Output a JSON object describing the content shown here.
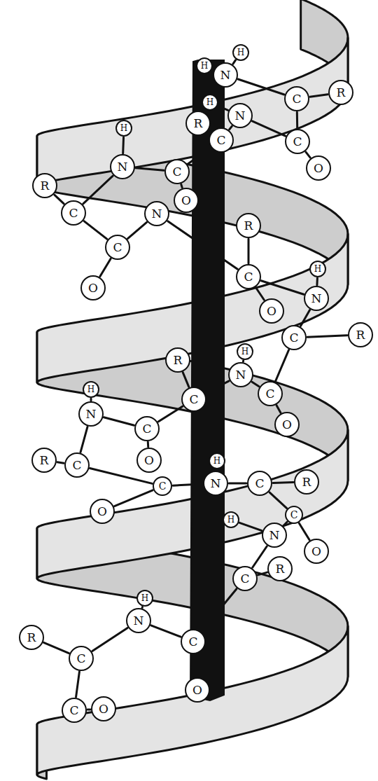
{
  "diagram": {
    "nodes": [
      {
        "text": [
          "H"
        ]
      },
      {
        "text": [
          "H"
        ]
      },
      {
        "text": [
          "N"
        ]
      },
      {
        "text": [
          "C"
        ]
      },
      {
        "text": [
          "R"
        ]
      },
      {
        "text": [
          "H"
        ]
      },
      {
        "text": [
          "R"
        ]
      },
      {
        "text": [
          "N"
        ]
      },
      {
        "text": [
          "C"
        ]
      },
      {
        "text": [
          "C"
        ]
      },
      {
        "text": [
          "H"
        ]
      },
      {
        "text": [
          "N"
        ]
      },
      {
        "text": [
          "C"
        ]
      },
      {
        "text": [
          "O"
        ]
      },
      {
        "text": [
          "R"
        ]
      },
      {
        "text": [
          "O"
        ]
      },
      {
        "text": [
          "C"
        ]
      },
      {
        "text": [
          "N"
        ]
      },
      {
        "text": [
          "R"
        ]
      },
      {
        "text": [
          "C"
        ]
      },
      {
        "text": [
          "H"
        ]
      },
      {
        "text": [
          "C"
        ]
      },
      {
        "text": [
          "O"
        ]
      },
      {
        "text": [
          "N"
        ]
      },
      {
        "text": [
          "O"
        ]
      },
      {
        "text": [
          "R"
        ]
      },
      {
        "text": [
          "C"
        ]
      },
      {
        "text": [
          "H"
        ]
      },
      {
        "text": [
          "R"
        ]
      },
      {
        "text": [
          "N"
        ]
      },
      {
        "text": [
          "C"
        ]
      },
      {
        "text": [
          "C"
        ]
      },
      {
        "text": [
          "H"
        ]
      },
      {
        "text": [
          "N"
        ]
      },
      {
        "text": [
          "O"
        ]
      },
      {
        "text": [
          "C"
        ]
      },
      {
        "text": [
          "R"
        ]
      },
      {
        "text": [
          "O"
        ]
      },
      {
        "text": [
          "C"
        ]
      },
      {
        "text": [
          "H"
        ]
      },
      {
        "text": [
          "N"
        ]
      },
      {
        "text": [
          "C"
        ]
      },
      {
        "text": [
          "R"
        ]
      },
      {
        "text": [
          "C"
        ]
      },
      {
        "text": [
          "O"
        ]
      },
      {
        "text": [
          "H"
        ]
      },
      {
        "text": [
          "C"
        ]
      },
      {
        "text": [
          "N"
        ]
      },
      {
        "text": [
          "O"
        ]
      },
      {
        "text": [
          "R"
        ]
      },
      {
        "text": [
          "C"
        ]
      },
      {
        "text": [
          "H"
        ]
      },
      {
        "text": [
          "N"
        ]
      },
      {
        "text": [
          "R"
        ]
      },
      {
        "text": [
          "C"
        ]
      },
      {
        "text": [
          "C"
        ]
      },
      {
        "text": [
          "O"
        ]
      },
      {
        "text": [
          "O"
        ]
      },
      {
        "text": [
          "C"
        ]
      }
    ],
    "edges": [
      {
        "from": 2,
        "to": 0,
        "arrow": "none"
      },
      {
        "from": 2,
        "to": 1,
        "arrow": "none"
      },
      {
        "from": 2,
        "to": 3,
        "arrow": "none"
      },
      {
        "from": 3,
        "to": 4,
        "arrow": "none"
      },
      {
        "from": 3,
        "to": 9,
        "arrow": "none"
      },
      {
        "from": 9,
        "to": 13,
        "arrow": "none"
      },
      {
        "from": 9,
        "to": 7,
        "arrow": "none"
      },
      {
        "from": 7,
        "to": 5,
        "arrow": "none"
      },
      {
        "from": 7,
        "to": 8,
        "arrow": "none"
      },
      {
        "from": 8,
        "to": 6,
        "arrow": "none"
      },
      {
        "from": 8,
        "to": 12,
        "arrow": "none"
      },
      {
        "from": 12,
        "to": 15,
        "arrow": "none"
      },
      {
        "from": 12,
        "to": 11,
        "arrow": "none"
      },
      {
        "from": 11,
        "to": 10,
        "arrow": "none"
      },
      {
        "from": 11,
        "to": 16,
        "arrow": "none"
      },
      {
        "from": 16,
        "to": 14,
        "arrow": "none"
      },
      {
        "from": 16,
        "to": 19,
        "arrow": "none"
      },
      {
        "from": 19,
        "to": 22,
        "arrow": "none"
      },
      {
        "from": 19,
        "to": 17,
        "arrow": "none"
      },
      {
        "from": 17,
        "to": 21,
        "arrow": "none"
      },
      {
        "from": 21,
        "to": 18,
        "arrow": "none"
      },
      {
        "from": 21,
        "to": 24,
        "arrow": "none"
      },
      {
        "from": 21,
        "to": 23,
        "arrow": "none"
      },
      {
        "from": 23,
        "to": 20,
        "arrow": "none"
      },
      {
        "from": 23,
        "to": 26,
        "arrow": "none"
      },
      {
        "from": 26,
        "to": 25,
        "arrow": "none"
      },
      {
        "from": 26,
        "to": 30,
        "arrow": "none"
      },
      {
        "from": 30,
        "to": 34,
        "arrow": "none"
      },
      {
        "from": 30,
        "to": 29,
        "arrow": "none"
      },
      {
        "from": 29,
        "to": 27,
        "arrow": "none"
      },
      {
        "from": 29,
        "to": 31,
        "arrow": "none"
      },
      {
        "from": 31,
        "to": 28,
        "arrow": "none"
      },
      {
        "from": 31,
        "to": 35,
        "arrow": "none"
      },
      {
        "from": 35,
        "to": 37,
        "arrow": "none"
      },
      {
        "from": 35,
        "to": 33,
        "arrow": "none"
      },
      {
        "from": 33,
        "to": 32,
        "arrow": "none"
      },
      {
        "from": 33,
        "to": 38,
        "arrow": "none"
      },
      {
        "from": 38,
        "to": 36,
        "arrow": "none"
      },
      {
        "from": 38,
        "to": 43,
        "arrow": "none"
      },
      {
        "from": 43,
        "to": 44,
        "arrow": "none"
      },
      {
        "from": 43,
        "to": 40,
        "arrow": "none"
      },
      {
        "from": 40,
        "to": 39,
        "arrow": "none"
      },
      {
        "from": 40,
        "to": 41,
        "arrow": "none"
      },
      {
        "from": 41,
        "to": 42,
        "arrow": "none"
      },
      {
        "from": 41,
        "to": 46,
        "arrow": "none"
      },
      {
        "from": 46,
        "to": 48,
        "arrow": "none"
      },
      {
        "from": 46,
        "to": 47,
        "arrow": "none"
      },
      {
        "from": 47,
        "to": 45,
        "arrow": "none"
      },
      {
        "from": 47,
        "to": 50,
        "arrow": "none"
      },
      {
        "from": 50,
        "to": 49,
        "arrow": "none"
      },
      {
        "from": 50,
        "to": 54,
        "arrow": "none"
      },
      {
        "from": 54,
        "to": 56,
        "arrow": "none"
      },
      {
        "from": 54,
        "to": 52,
        "arrow": "none"
      },
      {
        "from": 52,
        "to": 51,
        "arrow": "none"
      },
      {
        "from": 52,
        "to": 55,
        "arrow": "none"
      },
      {
        "from": 55,
        "to": 53,
        "arrow": "none"
      },
      {
        "from": 55,
        "to": 58,
        "arrow": "none"
      },
      {
        "from": 58,
        "to": 57,
        "arrow": "none"
      }
    ]
  }
}
